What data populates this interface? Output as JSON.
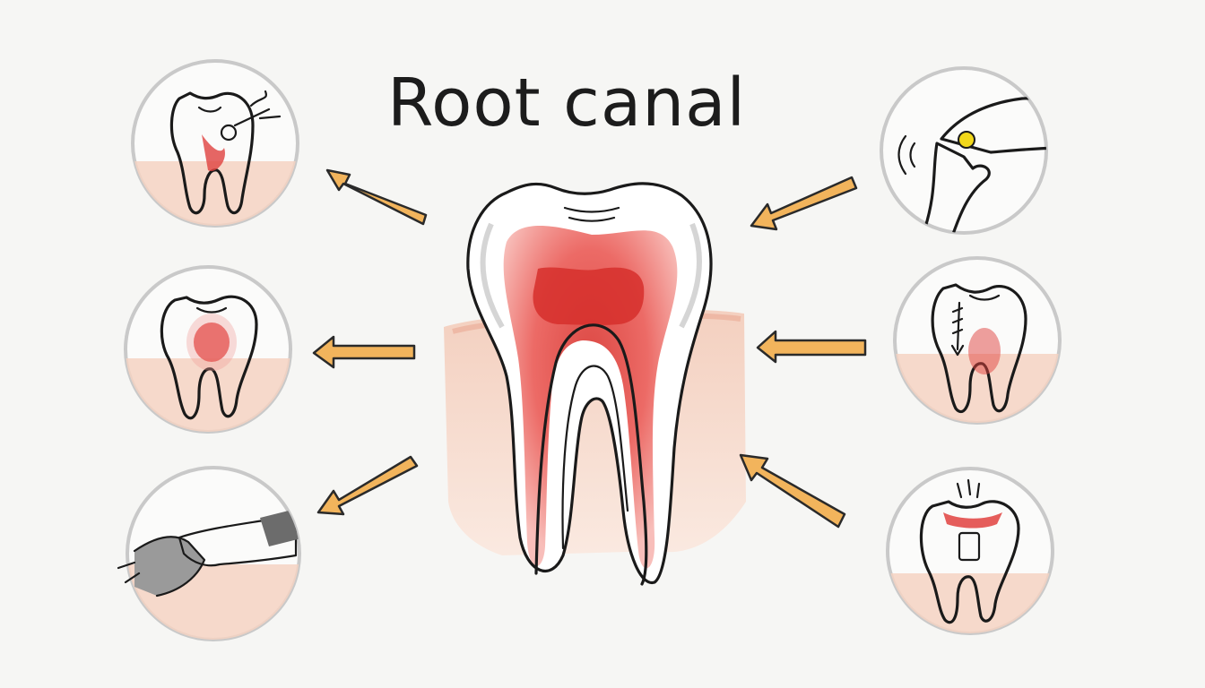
{
  "title": "Root canal",
  "colors": {
    "background": "#f6f6f4",
    "arrow": "#f2b45c",
    "arrow_outline": "#2a2a2a",
    "pulp_red": "#e0413e",
    "pulp_pink": "#f29a96",
    "gum": "#f4d2c2",
    "ring": "#c9c9c9"
  },
  "center": {
    "icon": "molar-cross-section-icon"
  },
  "steps": [
    {
      "id": "left-top",
      "icon": "infected-tooth-with-tool-icon"
    },
    {
      "id": "left-middle",
      "icon": "tooth-pulp-infection-icon"
    },
    {
      "id": "left-bottom",
      "icon": "gloved-hand-procedure-icon"
    },
    {
      "id": "right-top",
      "icon": "hand-with-pill-icon"
    },
    {
      "id": "right-middle",
      "icon": "tooth-with-file-icon"
    },
    {
      "id": "right-bottom",
      "icon": "crowned-tooth-icon"
    }
  ],
  "arrows": [
    {
      "id": "arrow-left-top",
      "icon": "arrow-icon"
    },
    {
      "id": "arrow-left-middle",
      "icon": "arrow-icon"
    },
    {
      "id": "arrow-left-bottom",
      "icon": "arrow-icon"
    },
    {
      "id": "arrow-right-top",
      "icon": "arrow-icon"
    },
    {
      "id": "arrow-right-middle",
      "icon": "arrow-icon"
    },
    {
      "id": "arrow-right-bottom",
      "icon": "arrow-icon"
    }
  ]
}
